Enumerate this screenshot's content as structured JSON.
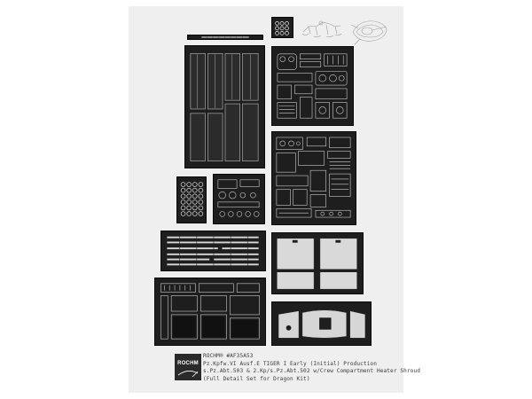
{
  "brand": {
    "logo_text": "ROCHM"
  },
  "caption": {
    "line1": "ROCHM® #AF35A53",
    "line2": "Pz.Kpfw.VI Ausf.E TIGER I Early (Initial) Production",
    "line3": "s.Pz.Abt.503 & 2.Kp/s.Pz.Abt.502  w/Crew Compartment Heater Shroud",
    "line4": "(Full Detail Set for Dragon Kit)"
  },
  "colors": {
    "fret": "#1e1e1e",
    "sheet": "#efefef",
    "part": "#d9d9d9"
  }
}
